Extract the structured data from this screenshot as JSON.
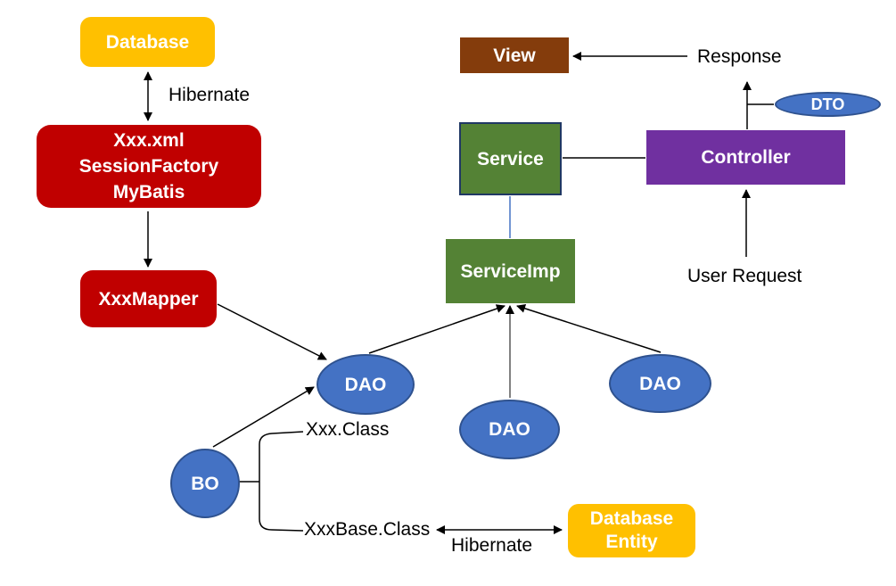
{
  "colors": {
    "background": "#ffffff",
    "yellow": "#ffc000",
    "red": "#c00000",
    "blue": "#4472c4",
    "blue-border": "#2f528f",
    "green": "#548235",
    "green-border": "#203864",
    "brown": "#843c0c",
    "purple": "#7030a0",
    "line": "#000000",
    "gray-line": "#595959",
    "text-dark": "#000000"
  },
  "nodes": {
    "database": {
      "label": "Database"
    },
    "xml_box": {
      "line1": "Xxx.xml",
      "line2": "SessionFactory",
      "line3": "MyBatis"
    },
    "xxx_mapper": {
      "label": "XxxMapper"
    },
    "dao_left": {
      "label": "DAO"
    },
    "dao_mid": {
      "label": "DAO"
    },
    "dao_right": {
      "label": "DAO"
    },
    "bo": {
      "label": "BO"
    },
    "database_entity": {
      "line1": "Database",
      "line2": "Entity"
    },
    "view": {
      "label": "View"
    },
    "service": {
      "label": "Service"
    },
    "serviceimp": {
      "label": "ServiceImp"
    },
    "controller": {
      "label": "Controller"
    },
    "dto": {
      "label": "DTO"
    }
  },
  "labels": {
    "hibernate_top": "Hibernate",
    "hibernate_bottom": "Hibernate",
    "response": "Response",
    "user_request": "User Request",
    "xxx_class": "Xxx.Class",
    "xxxbase_class": "XxxBase.Class"
  }
}
